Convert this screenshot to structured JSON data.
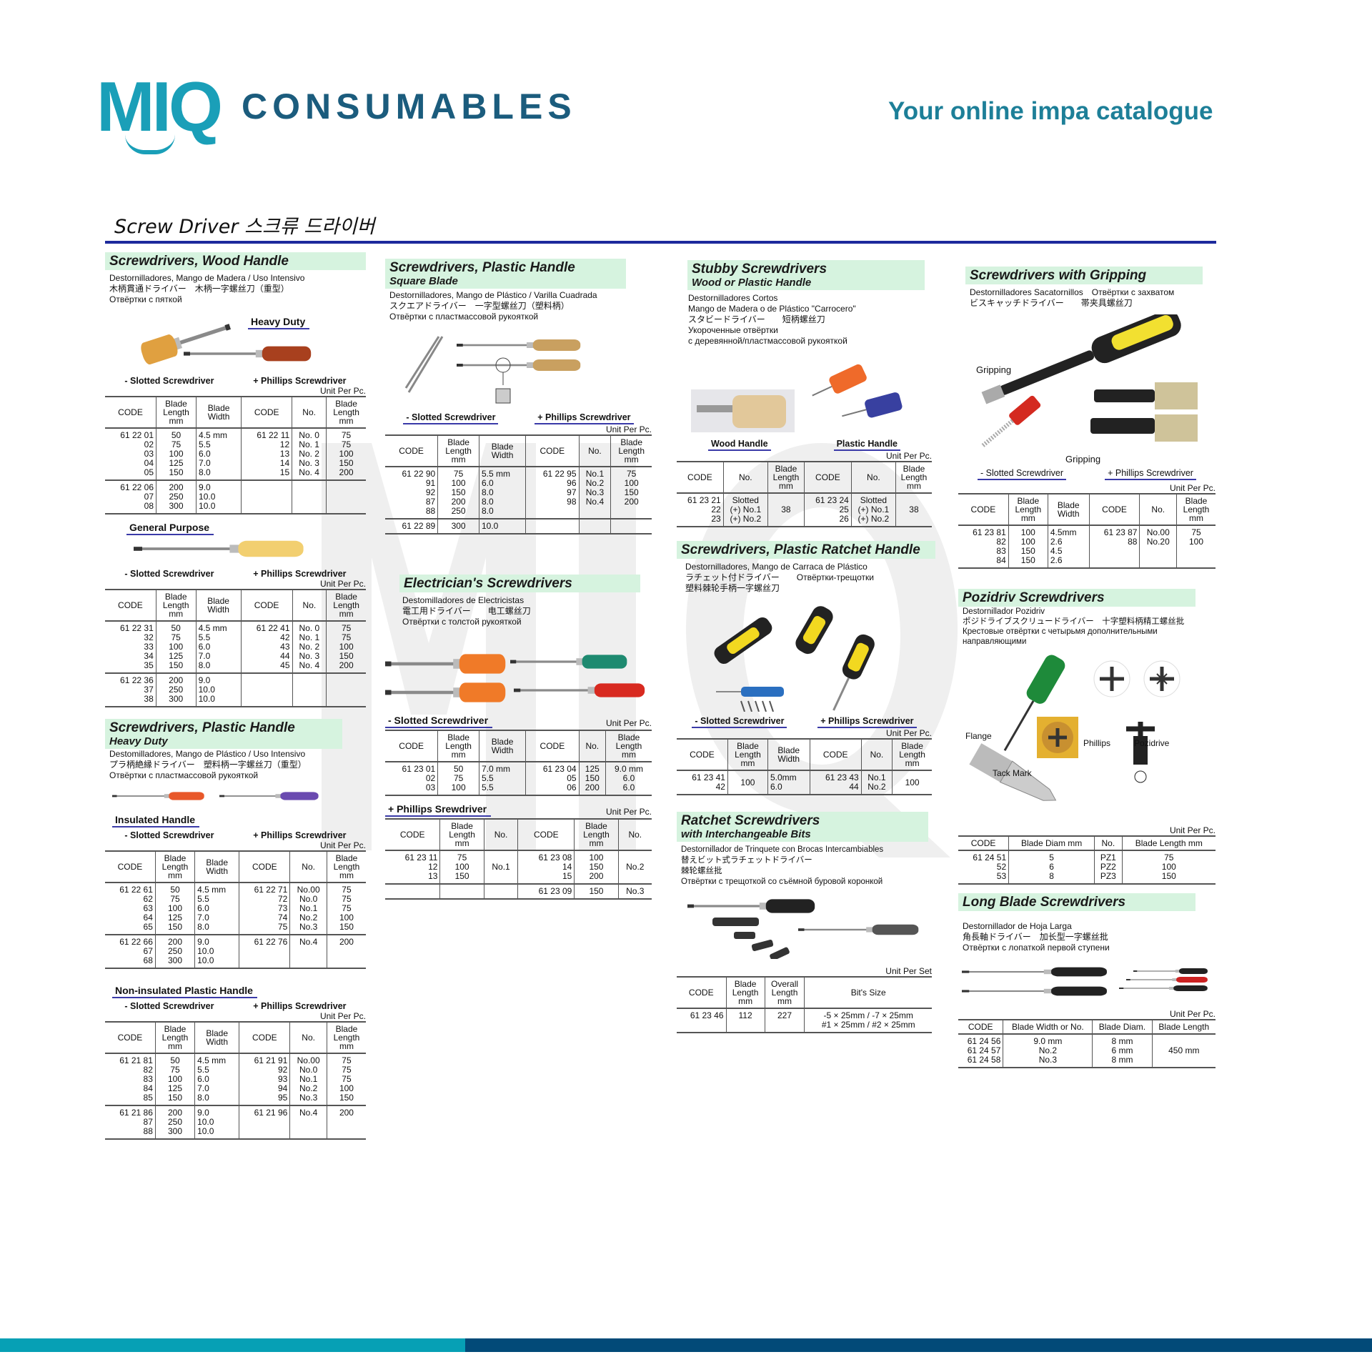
{
  "brand": {
    "logo_mark": "MIQ",
    "logo_text": "CONSUMABLES",
    "tagline": "Your online impa catalogue"
  },
  "watermark": "MIQ",
  "page_title": "Screw Driver 스크류 드라이버",
  "colors": {
    "teal": "#06a0b5",
    "navy": "#024a78",
    "rule": "#1d2a9c",
    "section_bg": "#d6f3df"
  },
  "sections": {
    "wood": {
      "title": "Screwdrivers, Wood Handle",
      "desc": [
        "Destornilladores, Mango de Madera / Uso Intensivo",
        "木柄貫通ドライバー　木柄一字螺丝刀（重型）",
        "Отвёртки с пяткой"
      ],
      "heavy": {
        "label": "Heavy Duty",
        "types": [
          "- Slotted Screwdriver",
          "+ Phillips Screwdriver"
        ],
        "unit": "Unit Per Pc.",
        "table": {
          "headers": [
            "CODE",
            "Blade\nLength\nmm",
            "Blade\nWidth",
            "CODE",
            "No.",
            "Blade\nLength\nmm"
          ],
          "groups": [
            {
              "cells": [
                "61 22 01\n02\n03\n04\n05",
                "50\n75\n100\n125\n150",
                "4.5 mm\n5.5\n6.0\n7.0\n8.0",
                "61 22 11\n12\n13\n14\n15",
                "No. 0\nNo. 1\nNo. 2\nNo. 3\nNo. 4",
                "75\n75\n100\n150\n200"
              ]
            },
            {
              "cells": [
                "61 22 06\n07\n08",
                "200\n250\n300",
                "9.0\n10.0\n10.0",
                "",
                "",
                ""
              ]
            }
          ]
        }
      },
      "general": {
        "label": "General Purpose",
        "types": [
          "- Slotted Screwdriver",
          "+ Phillips Screwdriver"
        ],
        "unit": "Unit Per Pc.",
        "table": {
          "headers": [
            "CODE",
            "Blade\nLength\nmm",
            "Blade\nWidth",
            "CODE",
            "No.",
            "Blade\nLength\nmm"
          ],
          "groups": [
            {
              "cells": [
                "61 22 31\n32\n33\n34\n35",
                "50\n75\n100\n125\n150",
                "4.5 mm\n5.5\n6.0\n7.0\n8.0",
                "61 22 41\n42\n43\n44\n45",
                "No. 0\nNo. 1\nNo. 2\nNo. 3\nNo. 4",
                "75\n75\n100\n150\n200"
              ]
            },
            {
              "cells": [
                "61 22 36\n37\n38",
                "200\n250\n300",
                "9.0\n10.0\n10.0",
                "",
                "",
                ""
              ]
            }
          ]
        }
      }
    },
    "plastic_heavy": {
      "title": "Screwdrivers, Plastic Handle",
      "subtitle": "Heavy Duty",
      "desc": [
        "Destomilladores, Mango de Plástico / Uso Intensivo",
        "プラ柄絶縁ドライバー　塑料柄一字螺丝刀（重型）",
        "Отвёртки с пластмассовой рукояткой"
      ],
      "insulated": {
        "label": "Insulated Handle",
        "types": [
          "- Slotted Screwdriver",
          "+ Phillips Screwdriver"
        ],
        "unit": "Unit Per Pc.",
        "table": {
          "headers": [
            "CODE",
            "Blade\nLength\nmm",
            "Blade\nWidth",
            "CODE",
            "No.",
            "Blade\nLength\nmm"
          ],
          "groups": [
            {
              "cells": [
                "61 22 61\n62\n63\n64\n65",
                "50\n75\n100\n125\n150",
                "4.5 mm\n5.5\n6.0\n7.0\n8.0",
                "61 22 71\n72\n73\n74\n75",
                "No.00\nNo.0\nNo.1\nNo.2\nNo.3",
                "75\n75\n75\n100\n150"
              ]
            },
            {
              "cells": [
                "61 22 66\n67\n68",
                "200\n250\n300",
                "9.0\n10.0\n10.0",
                "61 22 76",
                "No.4",
                "200"
              ]
            }
          ]
        }
      },
      "non_insulated": {
        "label": "Non-insulated Plastic Handle",
        "types": [
          "- Slotted Screwdriver",
          "+ Phillips Screwdriver"
        ],
        "unit": "Unit Per Pc.",
        "table": {
          "headers": [
            "CODE",
            "Blade\nLength\nmm",
            "Blade\nWidth",
            "CODE",
            "No.",
            "Blade\nLength\nmm"
          ],
          "groups": [
            {
              "cells": [
                "61 21 81\n82\n83\n84\n85",
                "50\n75\n100\n125\n150",
                "4.5 mm\n5.5\n6.0\n7.0\n8.0",
                "61 21 91\n92\n93\n94\n95",
                "No.00\nNo.0\nNo.1\nNo.2\nNo.3",
                "75\n75\n75\n100\n150"
              ]
            },
            {
              "cells": [
                "61 21 86\n87\n88",
                "200\n250\n300",
                "9.0\n10.0\n10.0",
                "61 21 96",
                "No.4",
                "200"
              ]
            }
          ]
        }
      }
    },
    "square": {
      "title": "Screwdrivers, Plastic Handle",
      "subtitle": "Square Blade",
      "desc": [
        "Destornilladores, Mango de Plástico / Varilla Cuadrada",
        "スクエアドライバー　一字型螺丝刀（塑料柄）",
        "Отвёртки с пластмассовой рукояткой"
      ],
      "types": [
        "- Slotted Screwdriver",
        "+ Phillips Screwdriver"
      ],
      "unit": "Unit Per Pc.",
      "table": {
        "headers": [
          "CODE",
          "Blade\nLength\nmm",
          "Blade\nWidth",
          "CODE",
          "No.",
          "Blade\nLength\nmm"
        ],
        "groups": [
          {
            "cells": [
              "61 22 90\n91\n92\n87\n88",
              "75\n100\n150\n200\n250",
              "5.5 mm\n6.0\n8.0\n8.0\n8.0",
              "61 22 95\n96\n97\n98",
              "No.1\nNo.2\nNo.3\nNo.4",
              "75\n100\n150\n200"
            ]
          },
          {
            "cells": [
              "61 22 89",
              "300",
              "10.0",
              "",
              "",
              ""
            ]
          }
        ]
      }
    },
    "electrician": {
      "title": "Electrician's Screwdrivers",
      "desc": [
        "Destomilladores de Electricistas",
        "電工用ドライバー　　电工螺丝刀",
        "Отвёртки с толстой рукояткой"
      ],
      "slotted": {
        "label": "- Slotted Screwdriver",
        "unit": "Unit Per Pc.",
        "table": {
          "headers": [
            "CODE",
            "Blade\nLength\nmm",
            "Blade\nWidth",
            "CODE",
            "No.",
            "Blade\nLength\nmm"
          ],
          "groups": [
            {
              "cells": [
                "61 23 01\n02\n03",
                "50\n75\n100",
                "7.0 mm\n5.5\n5.5",
                "61 23 04\n05\n06",
                "125\n150\n200",
                "9.0 mm\n6.0\n6.0"
              ]
            }
          ]
        }
      },
      "phillips": {
        "label": "+ Phillips Srewdriver",
        "unit": "Unit Per Pc.",
        "table": {
          "headers": [
            "CODE",
            "Blade\nLength\nmm",
            "No.",
            "CODE",
            "Blade\nLength\nmm",
            "No."
          ],
          "groups": [
            {
              "cells": [
                "61 23 11\n12\n13",
                "75\n100\n150",
                "No.1",
                "61 23 08\n14\n15",
                "100\n150\n200",
                "No.2"
              ],
              "span": [
                2,
                5
              ]
            },
            {
              "cells": [
                "",
                "",
                "",
                "61 23 09",
                "150",
                "No.3"
              ]
            }
          ]
        }
      }
    },
    "stubby": {
      "title": "Stubby Screwdrivers",
      "subtitle": "Wood or Plastic Handle",
      "desc": [
        "Destornilladores Cortos",
        "Mango de Madera o de Plástico \"Carrocero\"",
        "スタビードライバー　　短柄螺丝刀",
        "Укороченные отвёртки",
        "с деревянной/пластмассовой рукояткой"
      ],
      "types": [
        "Wood Handle",
        "Plastic Handle"
      ],
      "unit": "Unit Per Pc.",
      "table": {
        "headers": [
          "CODE",
          "No.",
          "Blade\nLength\nmm",
          "CODE",
          "No.",
          "Blade\nLength\nmm"
        ],
        "groups": [
          {
            "cells": [
              "61 23 21\n22\n23",
              "Slotted\n(+) No.1\n(+) No.2",
              "38",
              "61 23 24\n25\n26",
              "Slotted\n(+) No.1\n(+) No.2",
              "38"
            ],
            "span": [
              2,
              5
            ]
          }
        ]
      }
    },
    "ratchet_handle": {
      "title": "Screwdrivers, Plastic Ratchet Handle",
      "desc": [
        "Destornilladores, Mango de Carraca de Plástico",
        "ラチェット付ドライバー　　Отвёртки-трещотки",
        "塑料棘轮手柄一字螺丝刀"
      ],
      "types": [
        "- Slotted Screwdriver",
        "+ Phillips Screwdriver"
      ],
      "unit": "Unit Per Pc.",
      "table": {
        "headers": [
          "CODE",
          "Blade\nLength\nmm",
          "Blade\nWidth",
          "CODE",
          "No.",
          "Blade\nLength\nmm"
        ],
        "groups": [
          {
            "cells": [
              "61 23 41\n42",
              "100",
              "5.0mm\n6.0",
              "61 23 43\n44",
              "No.1\nNo.2",
              "100"
            ],
            "span": [
              1,
              5
            ]
          }
        ]
      }
    },
    "ratchet_bits": {
      "title": "Ratchet Screwdrivers",
      "subtitle": "with Interchangeable Bits",
      "desc": [
        "Destornillador de Trinquete con Brocas Intercambiables",
        "替えビット式ラチェットドライバー",
        "棘轮螺丝批",
        "Отвёртки с трещоткой со съёмной буровой коронкой"
      ],
      "unit": "Unit Per Set",
      "table": {
        "headers": [
          "CODE",
          "Blade\nLength\nmm",
          "Overall\nLength\nmm",
          "Bit's Size"
        ],
        "groups": [
          {
            "cells": [
              "61 23 46",
              "112",
              "227",
              "-5  × 25mm / -7 × 25mm\n#1 × 25mm / #2 × 25mm"
            ]
          }
        ]
      }
    },
    "gripping": {
      "title": "Screwdrivers with Gripping",
      "desc": [
        "Destornilladores Sacatornillos　Отвёртки с захватом",
        "ビスキャッチドライバー　　帯夹具螺丝刀"
      ],
      "image_labels": [
        "Gripping",
        "Gripping"
      ],
      "types": [
        "-  Slotted Screwdriver",
        "+ Phillips Screwdriver"
      ],
      "unit": "Unit Per Pc.",
      "table": {
        "headers": [
          "CODE",
          "Blade\nLength\nmm",
          "Blade\nWidth",
          "CODE",
          "No.",
          "Blade\nLength\nmm"
        ],
        "groups": [
          {
            "cells": [
              "61 23 81\n82\n83\n84",
              "100\n100\n150\n150",
              "4.5mm\n2.6\n4.5\n2.6",
              "61 23 87\n88",
              "No.00\nNo.20",
              "75\n100"
            ]
          }
        ]
      }
    },
    "pozidriv": {
      "title": "Pozidriv Screwdrivers",
      "desc": [
        "Destornillador Pozidriv",
        "ポジドライブスクリュードライバー　十字塑料柄精工螺丝批",
        "Крестовые отвёртки с четырьмя дополнительными",
        "направляющими"
      ],
      "image_labels": [
        "Flange",
        "Tack Mark",
        "Phillips",
        "Pozidrive"
      ],
      "unit": "Unit Per Pc.",
      "table": {
        "headers": [
          "CODE",
          "Blade Diam mm",
          "No.",
          "Blade Length mm"
        ],
        "groups": [
          {
            "cells": [
              "61 24 51\n52\n53",
              "5\n6\n8",
              "PZ1\nPZ2\nPZ3",
              "75\n100\n150"
            ]
          }
        ]
      }
    },
    "long_blade": {
      "title": "Long Blade Screwdrivers",
      "desc": [
        "Destornillador de Hoja Larga",
        "角長軸ドライバー　加长型一字螺丝批",
        "Отвёртки с лопаткой первой ступени"
      ],
      "unit": "Unit Per Pc.",
      "table": {
        "headers": [
          "CODE",
          "Blade Width or No.",
          "Blade Diam.",
          "Blade Length"
        ],
        "groups": [
          {
            "cells": [
              "61 24 56\n61 24 57\n61 24 58",
              "9.0 mm\nNo.2\nNo.3",
              "8 mm\n6 mm\n8 mm",
              "450 mm"
            ],
            "span": [
              3
            ]
          }
        ]
      }
    }
  }
}
